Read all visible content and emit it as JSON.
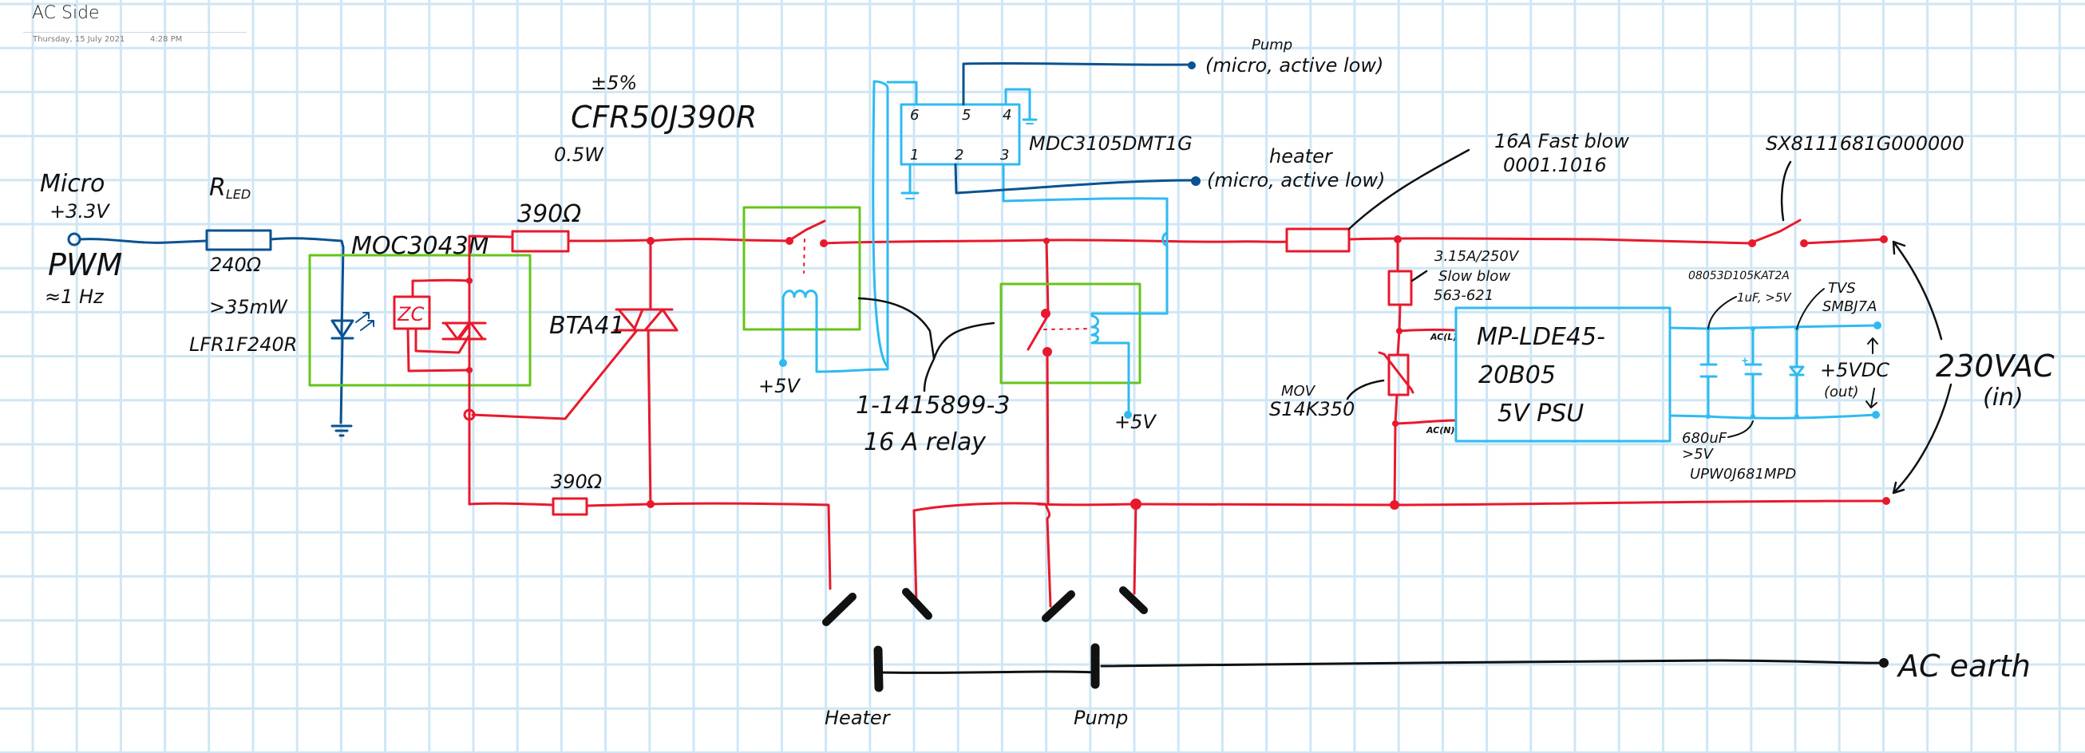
{
  "page": {
    "title": "AC Side",
    "date": "Thursday, 15 July 2021",
    "time": "4:28 PM"
  },
  "colors": {
    "ac_wire": "#e8192c",
    "micro_signal": "#0a5291",
    "low_voltage": "#2fbaf0",
    "module_box": "#66c41a",
    "annotation": "#111111",
    "grid": "#cfe6f5"
  },
  "labels": {
    "micro": "Micro",
    "micro_voltage": "+3.3V",
    "pwm": "PWM",
    "pwm_freq": "≈1 Hz",
    "r_led": "R",
    "r_led_sub": "LED",
    "r_led_value": "240Ω",
    "r_led_power": ">35mW",
    "r_led_part": "LFR1F240R",
    "optotriac": "MOC3043M",
    "zc": "ZC",
    "r_gate_tol": "±5%",
    "r_gate_part": "CFR50J390R",
    "r_gate_power": "0.5W",
    "r_gate_value": "390Ω",
    "r_snub_value": "390Ω",
    "triac": "BTA41",
    "relay_part": "1-1415899-3",
    "relay_desc": "16 A relay",
    "relay1_supply": "+5V",
    "relay2_supply": "+5V",
    "driver_part": "MDC3105DMT1G",
    "driver_pins": [
      "6",
      "5",
      "4",
      "1",
      "2",
      "3"
    ],
    "pump_signal_title": "Pump",
    "pump_signal_desc": "(micro, active low)",
    "heater_signal_title": "heater",
    "heater_signal_desc": "(micro, active low)",
    "main_fuse_desc": "16A  Fast blow",
    "main_fuse_part": "0001.1016",
    "switch_part": "SX8111681G000000",
    "psu_fuse_rating": "3.15A/250V",
    "psu_fuse_type": "Slow blow",
    "psu_fuse_part": "563-621",
    "mov_label": "MOV",
    "mov_part": "S14K350",
    "psu_ac_l": "AC(L)",
    "psu_ac_n": "AC(N)",
    "psu_line1": "MP-LDE45-",
    "psu_line2": "20B05",
    "psu_line3": "5V   PSU",
    "cap1_part": "08053D105KAT2A",
    "cap1_desc": "1uF, >5V",
    "cap2_value": "680uF",
    "cap2_voltage": ">5V",
    "cap2_part": "UPW0J681MPD",
    "tvs_label": "TVS",
    "tvs_part": "SMBJ7A",
    "dc_out": "+5VDC",
    "dc_out_sub": "(out)",
    "ac_in": "230VAC",
    "ac_in_sub": "(in)",
    "heater_load": "Heater",
    "pump_load": "Pump",
    "ac_earth": "AC earth"
  }
}
